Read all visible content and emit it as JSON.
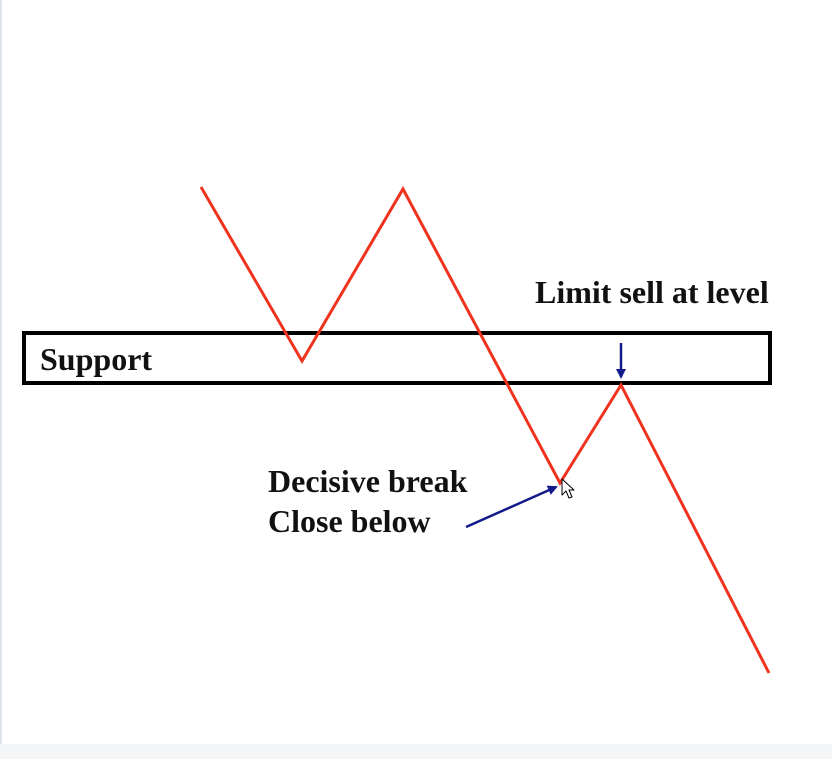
{
  "diagram": {
    "support_label": "Support",
    "limit_sell_label": "Limit sell at level",
    "break_label_line1": "Decisive break",
    "break_label_line2": "Close below"
  },
  "colors": {
    "price_line": "#f0331f",
    "arrow": "#121a8a",
    "zone_border": "#000000",
    "text": "#111111"
  },
  "icons": {
    "cursor": "mouse-pointer-icon"
  }
}
